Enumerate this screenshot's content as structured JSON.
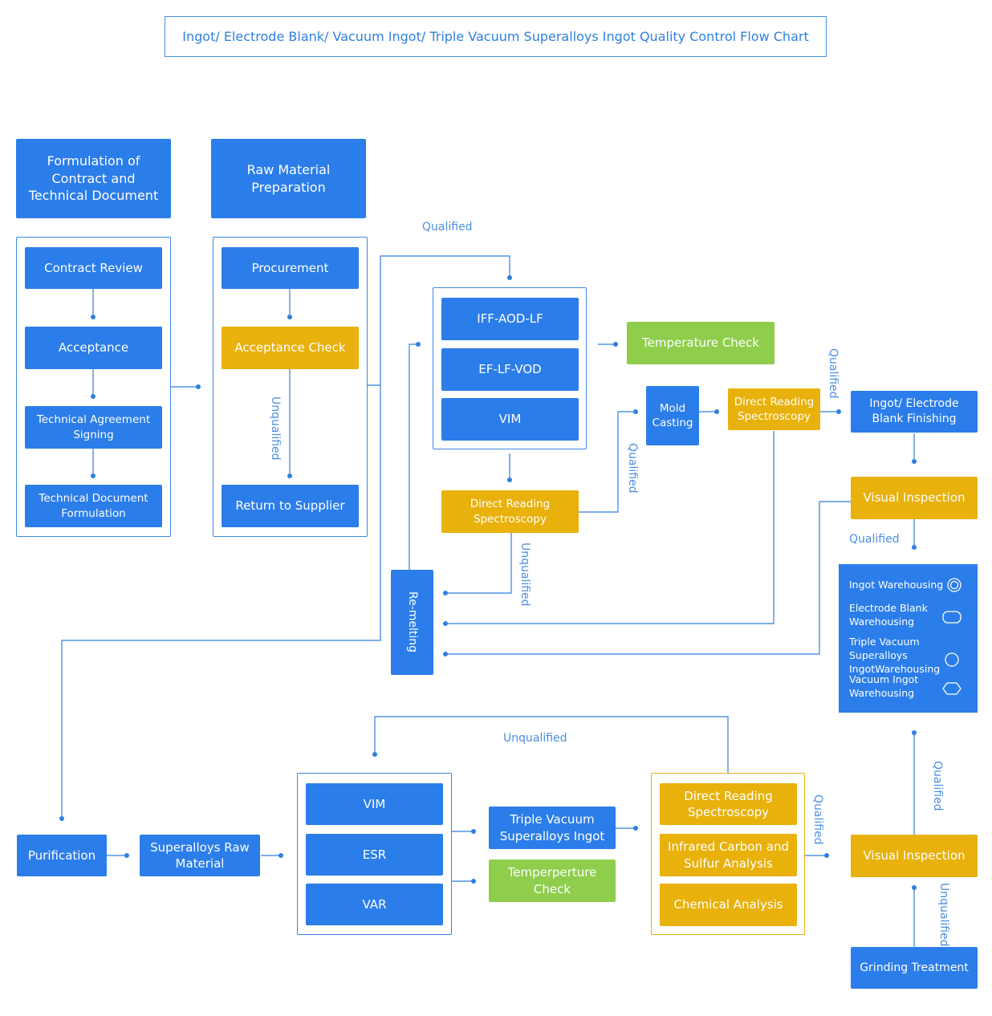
{
  "title": "Ingot/ Electrode Blank/ Vacuum Ingot/ Triple Vacuum Superalloys Ingot Quality Control Flow Chart",
  "col1": {
    "header": "Formulation of Contract and Technical Document",
    "items": [
      "Contract Review",
      "Acceptance",
      "Technical Agreement Signing",
      "Technical Document Formulation"
    ]
  },
  "col2": {
    "header": "Raw Material Preparation",
    "procurement": "Procurement",
    "acceptance_check": "Acceptance Check",
    "return_to_supplier": "Return to Supplier"
  },
  "melting": {
    "items": [
      "IFF-AOD-LF",
      "EF-LF-VOD",
      "VIM"
    ],
    "temperature_check": "Temperature Check",
    "spectroscopy": "Direct Reading Spectroscopy",
    "remelting": "Re-melting",
    "mold_casting": "Mold Casting",
    "spectroscopy2": "Direct Reading Spectroscopy",
    "finishing": "Ingot/ Electrode Blank Finishing",
    "visual_inspection": "Visual Inspection"
  },
  "legend": {
    "items": [
      {
        "label": "Ingot Warehousing",
        "symbol": "double-circle-icon"
      },
      {
        "label": "Electrode Blank Warehousing",
        "symbol": "rounded-rect-icon"
      },
      {
        "label": "Triple Vacuum Superalloys IngotWarehousing",
        "symbol": "circle-icon"
      },
      {
        "label": "Vacuum Ingot Warehousing",
        "symbol": "hexagon-icon"
      }
    ]
  },
  "bottom": {
    "purification": "Purification",
    "raw_material": "Superalloys Raw Material",
    "processes": [
      "VIM",
      "ESR",
      "VAR"
    ],
    "triple_ingot": "Triple Vacuum Superalloys Ingot",
    "temperature_check": "Temperperture Check",
    "tests": [
      "Direct Reading Spectroscopy",
      "Infrared Carbon and Sulfur Analysis",
      "Chemical Analysis"
    ],
    "visual_inspection": "Visual Inspection",
    "grinding": "Grinding Treatment"
  },
  "labels": {
    "qualified": "Qualified",
    "unqualified": "Unqualified"
  },
  "colors": {
    "blue": "#2b7de9",
    "yellow": "#e8b10c",
    "green": "#8fcd4c",
    "line": "#2f7fe0"
  }
}
